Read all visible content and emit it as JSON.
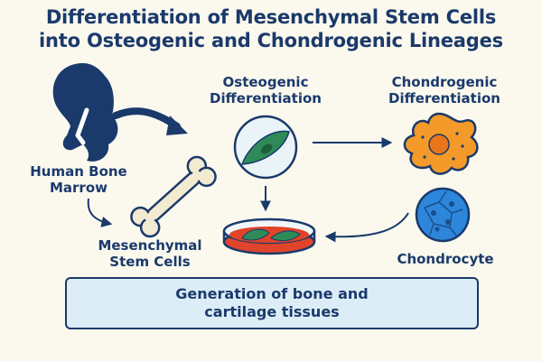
{
  "title": {
    "line1": "Differentiation of Mesenchymal Stem Cells",
    "line2": "into Osteogenic and Chondrogenic Lineages"
  },
  "labels": {
    "human_bone_marrow": [
      "Human Bone",
      "Marrow"
    ],
    "mesenchymal_stem_cells": [
      "Mesenchymal",
      "Stem Cells"
    ],
    "osteogenic": [
      "Osteogenic",
      "Differentiation"
    ],
    "chondrogenic": [
      "Chondrogenic",
      "Differentiation"
    ],
    "chondrocyte": "Chondrocyte"
  },
  "result_box": {
    "line1": "Generation of bone and",
    "line2": "cartilage tissues"
  },
  "colors": {
    "navy": "#1a3a6b",
    "bone": "#f3ead2",
    "osteo_cell": "#2e8b57",
    "chondro_cell": "#f39a2a",
    "chondrocyte": "#2d86d9",
    "dish_media": "#e0442a",
    "box_fill": "#dcedf7",
    "background": "#fbf8ee"
  },
  "icons": [
    "fetus-icon",
    "bone-icon",
    "osteogenic-cell-icon",
    "chondrogenic-cell-icon",
    "culture-dish-icon",
    "chondrocyte-icon"
  ]
}
